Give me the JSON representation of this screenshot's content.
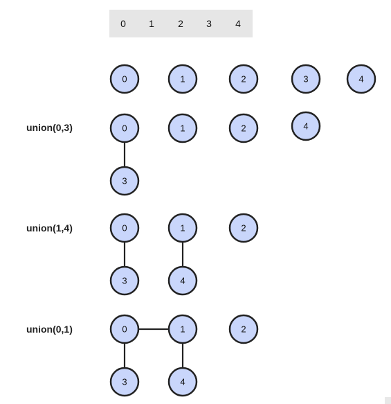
{
  "index_bar": {
    "labels": [
      "0",
      "1",
      "2",
      "3",
      "4"
    ]
  },
  "rows": [
    {
      "label": "",
      "nodes": [
        "0",
        "1",
        "2",
        "3",
        "4"
      ],
      "edges": []
    },
    {
      "label": "union(0,3)",
      "nodes": [
        "0",
        "1",
        "2",
        "4",
        "3"
      ],
      "edges": [
        [
          "0",
          "3"
        ]
      ]
    },
    {
      "label": "union(1,4)",
      "nodes": [
        "0",
        "1",
        "2",
        "3",
        "4"
      ],
      "edges": [
        [
          "0",
          "3"
        ],
        [
          "1",
          "4"
        ]
      ]
    },
    {
      "label": "union(0,1)",
      "nodes": [
        "0",
        "1",
        "2",
        "3",
        "4"
      ],
      "edges": [
        [
          "0",
          "1"
        ],
        [
          "0",
          "3"
        ],
        [
          "1",
          "4"
        ]
      ]
    }
  ]
}
